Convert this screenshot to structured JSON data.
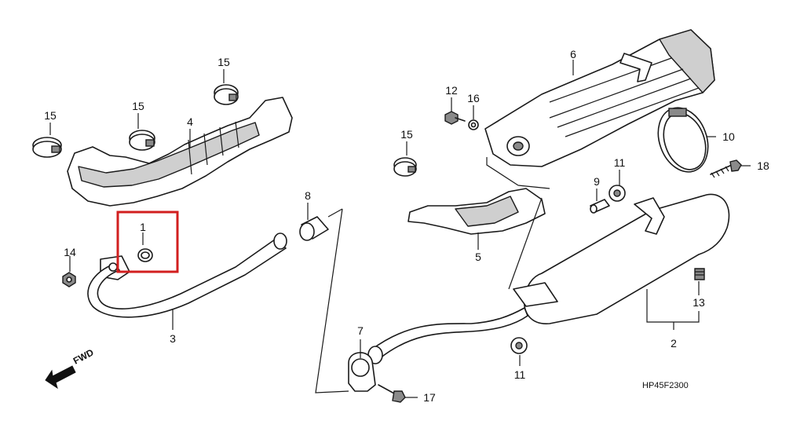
{
  "diagram": {
    "code": "HP45F2300",
    "fwd_label": "FWD",
    "highlight_color": "#d21f1f",
    "callouts": {
      "c1": "1",
      "c2": "2",
      "c3": "3",
      "c4": "4",
      "c5": "5",
      "c6": "6",
      "c7": "7",
      "c8": "8",
      "c9": "9",
      "c10": "10",
      "c11a": "11",
      "c11b": "11",
      "c12": "12",
      "c13": "13",
      "c14": "14",
      "c15a": "15",
      "c15b": "15",
      "c15c": "15",
      "c15d": "15",
      "c16": "16",
      "c17": "17",
      "c18": "18"
    }
  }
}
